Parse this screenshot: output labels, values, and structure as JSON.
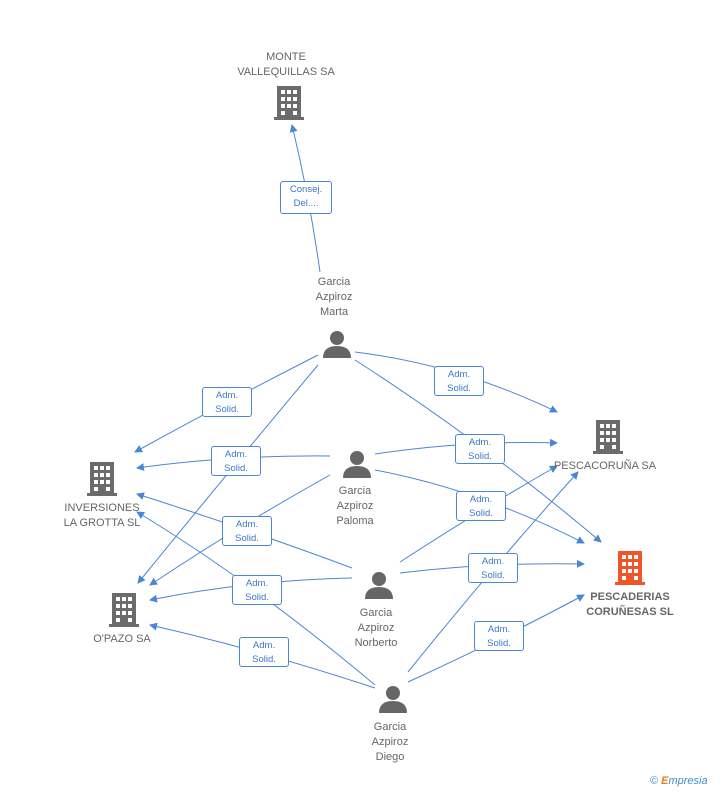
{
  "companies": {
    "monte": "MONTE\nVALLEQUILLAS SA",
    "pescacoruna": "PESCACORUÑA SA",
    "pescaderias": "PESCADERIAS\nCORUÑESAS SL",
    "inversiones": "INVERSIONES\nLA GROTTA SL",
    "opazo": "O'PAZO SA"
  },
  "people": {
    "marta": "Garcia\nAzpiroz\nMarta",
    "paloma": "Garcia\nAzpiroz\nPaloma",
    "norberto": "Garcia\nAzpiroz\nNorberto",
    "diego": "Garcia\nAzpiroz\nDiego"
  },
  "roles": {
    "consej": "Consej.\nDel....",
    "adm": "Adm.\nSolid."
  },
  "colors": {
    "company": "#6b6b6b",
    "focus": "#f0562a",
    "person": "#666666",
    "edge": "#4a86d4"
  },
  "brand": {
    "copyright": "©",
    "name_first": "E",
    "name_rest": "mpresia"
  }
}
